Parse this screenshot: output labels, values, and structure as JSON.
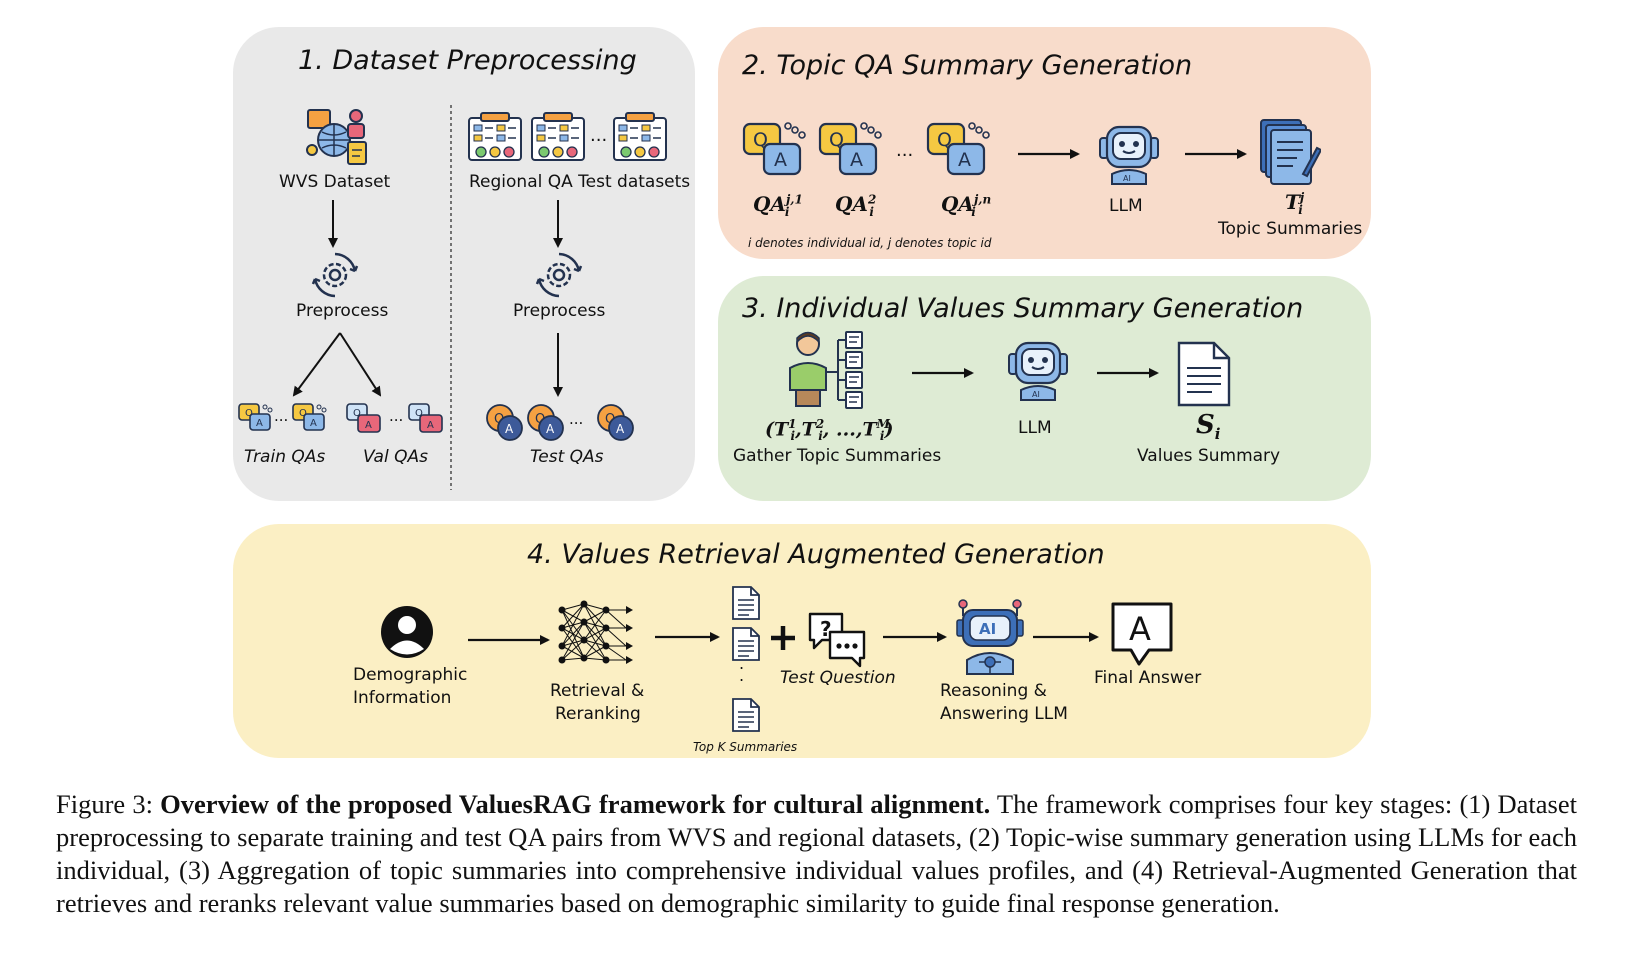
{
  "panels": {
    "p1": {
      "title": "1. Dataset Preprocessing",
      "wvs_label": "WVS Dataset",
      "regional_label": "Regional QA Test datasets",
      "preprocess_left": "Preprocess",
      "preprocess_right": "Preprocess",
      "train_label": "Train QAs",
      "val_label": "Val QAs",
      "test_label": "Test QAs",
      "ellipsis": "..."
    },
    "p2": {
      "title": "2. Topic QA Summary Generation",
      "qa1_base": "QA",
      "qa1_sub": "i",
      "qa1_sup": "j,1",
      "qa2_base": "QA",
      "qa2_sub": "i",
      "qa2_sup": "2",
      "qan_base": "QA",
      "qan_sub": "i",
      "qan_sup": "j,n",
      "llm_label": "LLM",
      "ti_base": "T",
      "ti_sub": "i",
      "ti_sup": "j",
      "topic_summaries_label": "Topic Summaries",
      "note": "i denotes  individual id, j denotes topic id",
      "ellipsis": "..."
    },
    "p3": {
      "title": "3. Individual Values Summary Generation",
      "tuple_text": "(T",
      "tuple_1_sup": "1",
      "tuple_2_sup": "2",
      "tuple_m_sup": "M",
      "tuple_sub": "i",
      "tuple_mid": ", ...,T",
      "tuple_end": ")",
      "gather_label": "Gather Topic Summaries",
      "llm_label": "LLM",
      "si_base": "S",
      "si_sub": "i",
      "values_summary_label": "Values Summary"
    },
    "p4": {
      "title": "4. Values Retrieval Augmented Generation",
      "demo_line1": "Demographic",
      "demo_line2": "Information",
      "retr_line1": "Retrieval &",
      "retr_line2": "Reranking",
      "topk_label": "Top K Summaries",
      "test_question_label": "Test Question",
      "reason_line1": "Reasoning &",
      "reason_line2": "Answering LLM",
      "final_answer_label": "Final Answer",
      "ai_badge": "AI",
      "answer_glyph": "A",
      "dots": "."
    }
  },
  "caption": {
    "prefix": "Figure 3: ",
    "bold": "Overview of the proposed ValuesRAG framework for cultural alignment.",
    "rest": " The framework comprises four key stages: (1) Dataset preprocessing to separate training and test QA pairs from WVS and regional datasets, (2) Topic-wise summary generation using LLMs for each individual, (3) Aggregation of topic summaries into comprehensive individual values profiles, and (4) Retrieval-Augmented Generation that retrieves and reranks relevant value summaries based on demographic similarity to guide final response generation."
  },
  "colors": {
    "panel1": "#e9e9e9",
    "panel2": "#f8dccb",
    "panel3": "#deebd4",
    "panel4": "#fbefc4",
    "qa_yellow": "#f5c842",
    "qa_blue": "#8db8e8",
    "qa_pink": "#e8677a",
    "navy": "#23324f"
  },
  "icons": [
    "globe-people-icon",
    "survey-sheet-icon",
    "gear-cycle-icon",
    "qa-bubble-icon",
    "robot-icon",
    "document-stack-icon",
    "person-tree-icon",
    "document-icon",
    "user-avatar-icon",
    "neural-network-icon",
    "question-chat-icon",
    "ai-robot-icon",
    "answer-bubble-icon"
  ]
}
